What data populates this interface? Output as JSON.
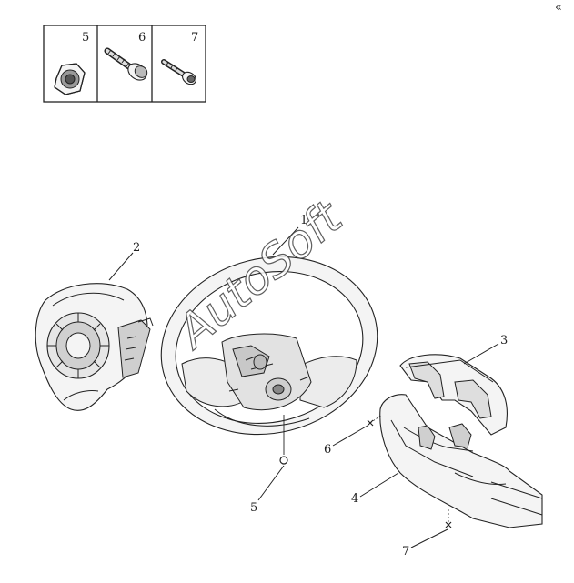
{
  "legend": {
    "items": [
      {
        "number": "5",
        "icon": "hex-nut-icon"
      },
      {
        "number": "6",
        "icon": "flanged-screw-icon"
      },
      {
        "number": "7",
        "icon": "small-screw-icon"
      }
    ]
  },
  "callouts": [
    "1",
    "2",
    "3",
    "4",
    "5",
    "6",
    "7"
  ],
  "watermark": "AutoSoft",
  "corner_mark": "«"
}
